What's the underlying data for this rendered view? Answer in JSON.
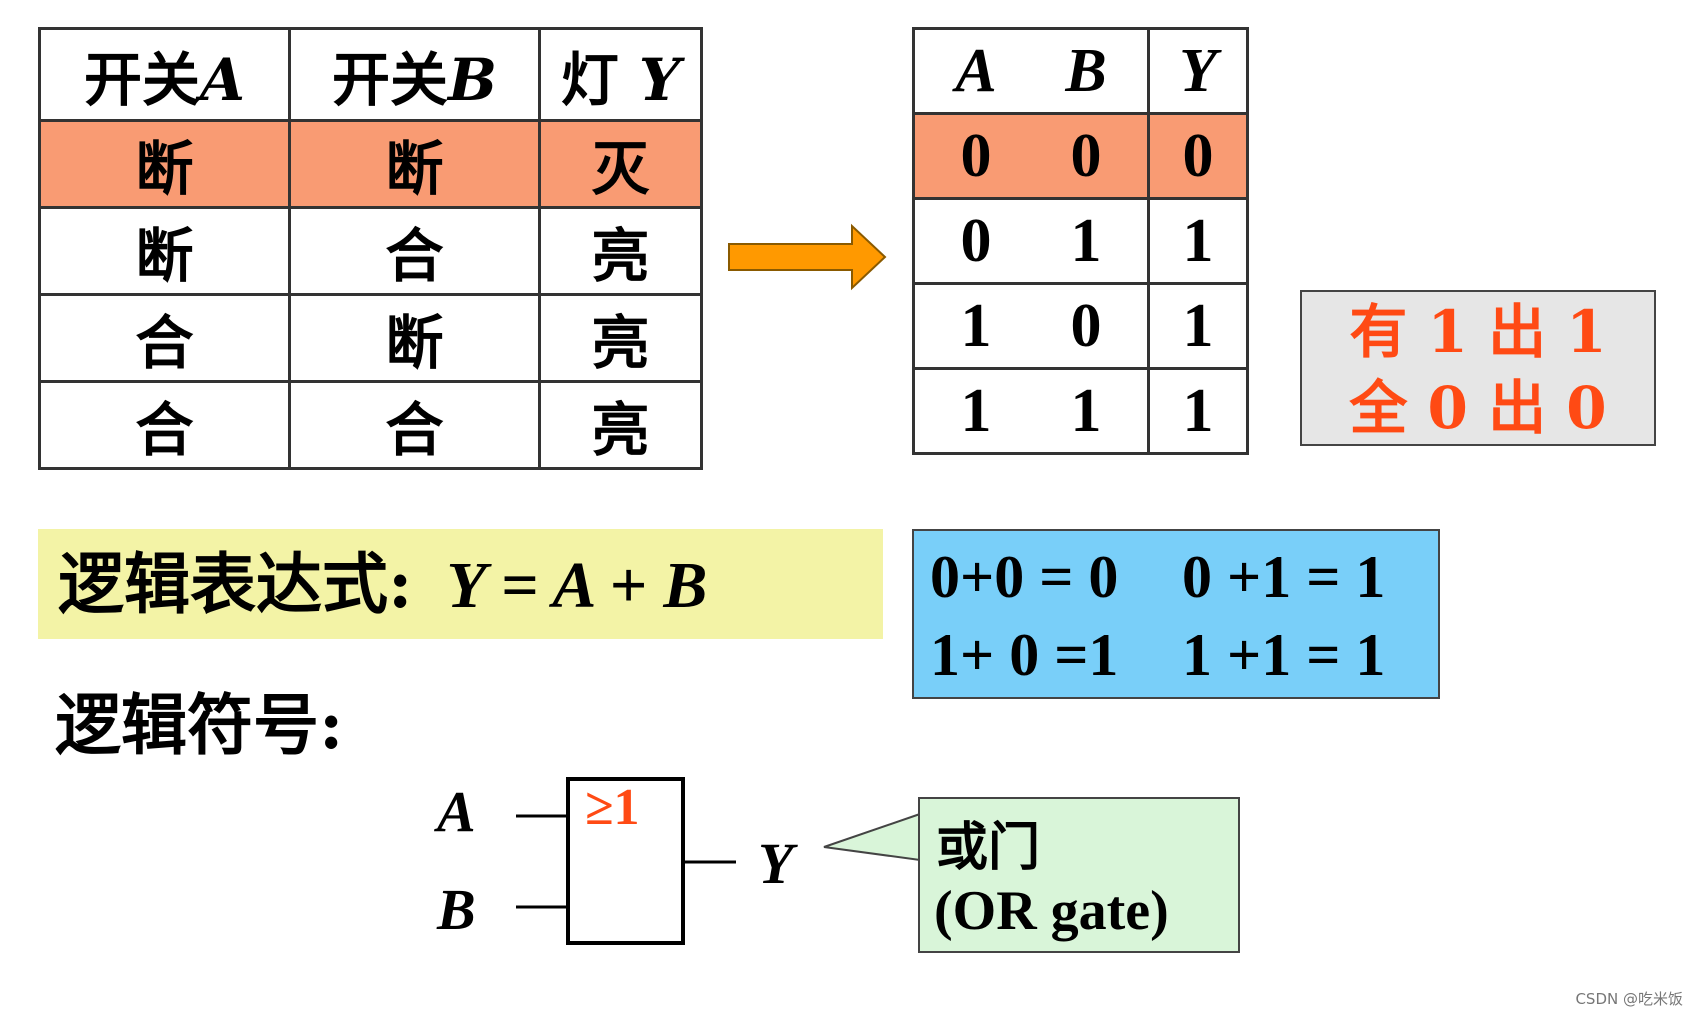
{
  "switch_table": {
    "headers": [
      "开关",
      "A",
      "开关",
      "B",
      "灯",
      "Y"
    ],
    "rows": [
      [
        "断",
        "断",
        "灭"
      ],
      [
        "断",
        "合",
        "亮"
      ],
      [
        "合",
        "断",
        "亮"
      ],
      [
        "合",
        "合",
        "亮"
      ]
    ],
    "highlight_row_color": "#f99b73"
  },
  "arrow": {
    "color": "#ff9900"
  },
  "truth_table": {
    "headers": [
      "A",
      "B",
      "Y"
    ],
    "rows": [
      [
        "0",
        "0",
        "0"
      ],
      [
        "0",
        "1",
        "1"
      ],
      [
        "1",
        "0",
        "1"
      ],
      [
        "1",
        "1",
        "1"
      ]
    ]
  },
  "rule_box": {
    "line1": "有 1 出 1",
    "line2": "全 0 出 0",
    "color": "#ff4a14"
  },
  "expression": {
    "label": "逻辑表达式:",
    "formula": "Y = A + B",
    "background": "#f3f3a6"
  },
  "arith_box": {
    "items": [
      "0+0 = 0",
      "0 +1 = 1",
      "1+ 0 =1",
      "1 +1 = 1"
    ],
    "background": "#79cff9"
  },
  "symbol_label": "逻辑符号:",
  "gate": {
    "input_a": "A",
    "input_b": "B",
    "output": "Y",
    "symbol": "≥1"
  },
  "callout": {
    "line1": "或门",
    "line2": "(OR gate)"
  },
  "watermark": "CSDN @吃米饭"
}
